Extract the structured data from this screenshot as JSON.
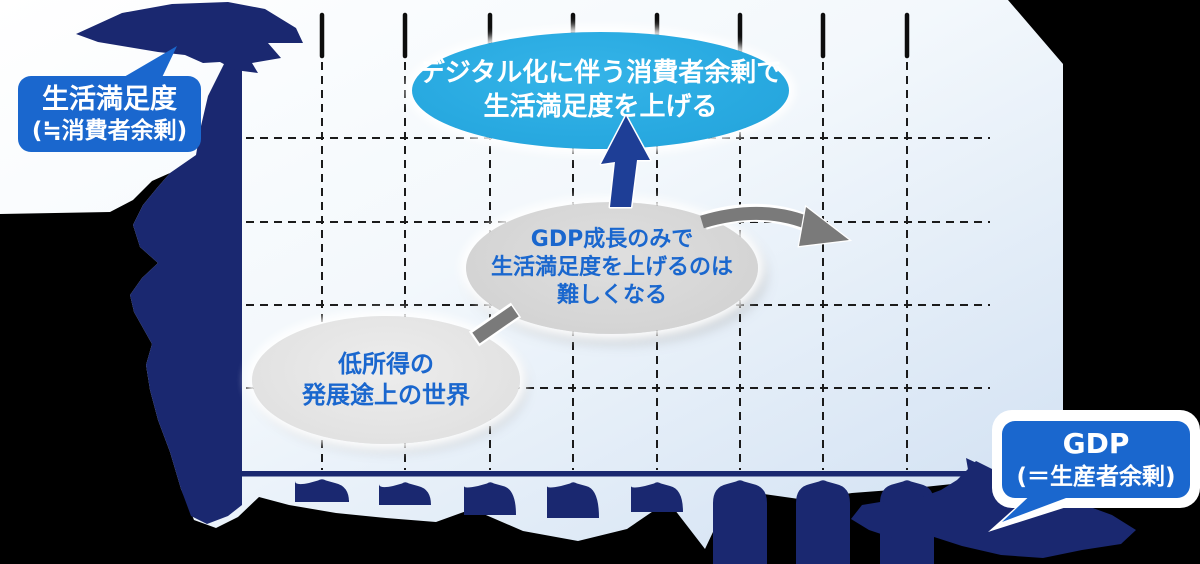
{
  "figure": {
    "y_axis_bubble": {
      "line1": "生活満足度",
      "line2": "(≒消費者余剰)"
    },
    "x_axis_bubble": {
      "line1": "GDP",
      "line2": "(＝生産者余剰)"
    },
    "digital_ellipse": {
      "line1": "デジタル化に伴う消費者余剰で",
      "line2": "生活満足度を上げる"
    },
    "gdp_growth_ellipse": {
      "line1": "GDP成長のみで",
      "line2": "生活満足度を上げるのは",
      "line3": "難しくなる"
    },
    "low_income_ellipse": {
      "line1": "低所得の",
      "line2": "発展途上の世界"
    },
    "colors": {
      "navy": "#1a2870",
      "arrow_navy": "#1e3e96",
      "bubble_blue": "#1a67ce",
      "sky_blue": "#29aae1",
      "arrow_gray": "#7a7a7a",
      "grid_black": "#1b1b1b",
      "plot_fade_blue": "#cfdff2"
    }
  }
}
